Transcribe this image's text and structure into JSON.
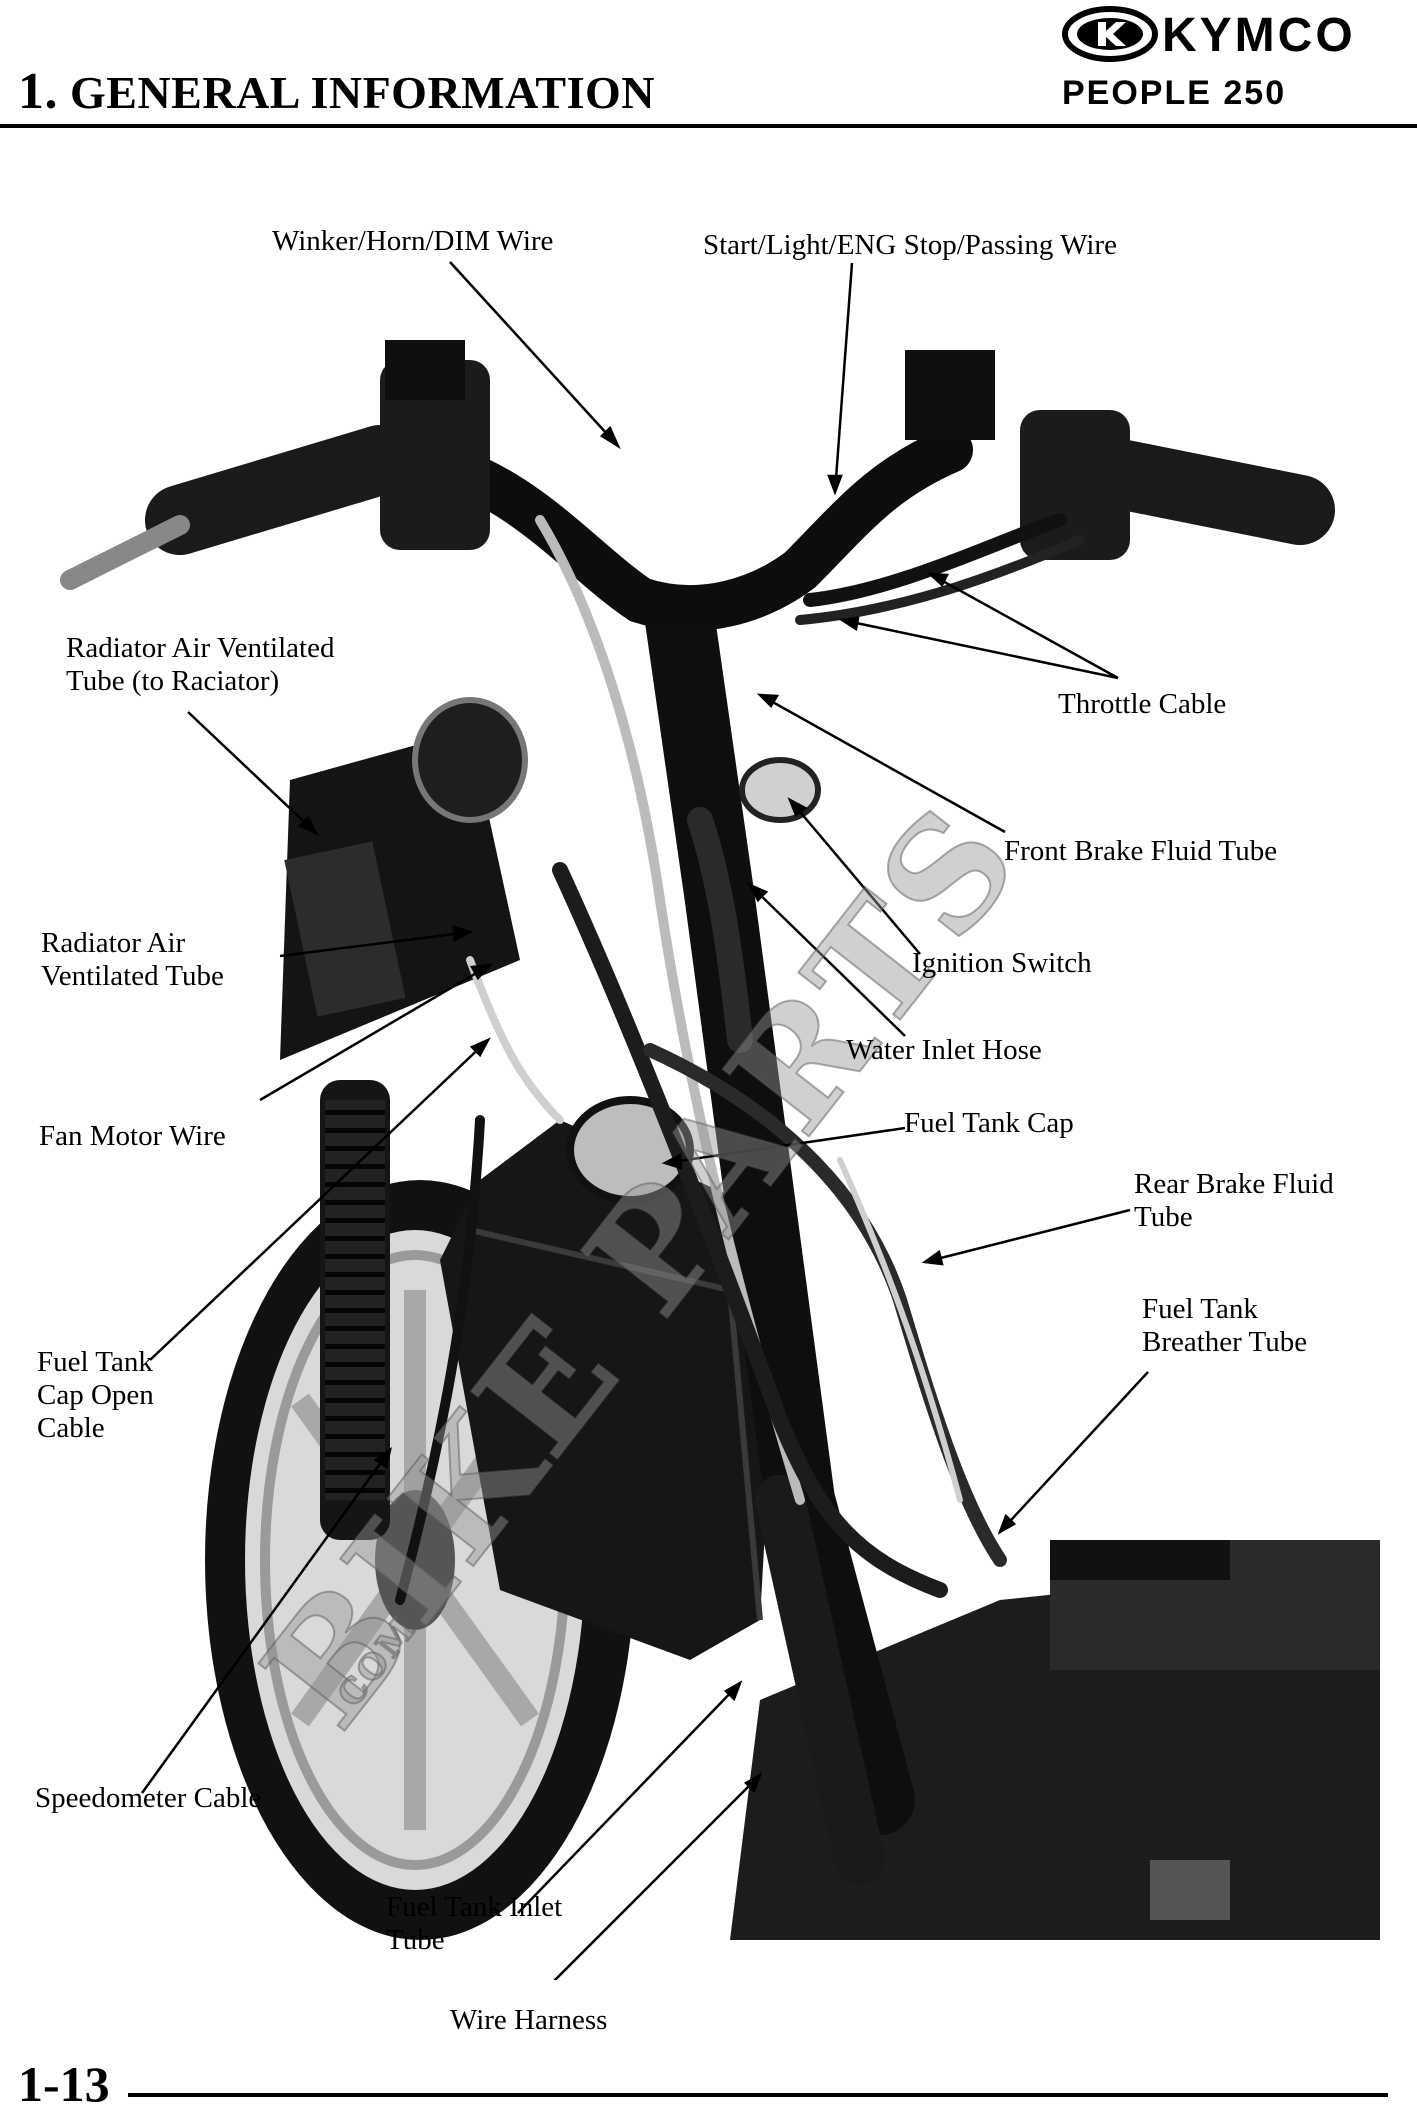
{
  "header": {
    "section_num": "1.",
    "section_title": "GENERAL INFORMATION",
    "brand": "KYMCO",
    "model": "PEOPLE 250"
  },
  "callouts": [
    {
      "id": "winker-horn-dim-wire",
      "text": "Winker/Horn/DIM Wire"
    },
    {
      "id": "start-light-eng-stop-passing-wire",
      "text": "Start/Light/ENG Stop/Passing Wire"
    },
    {
      "id": "radiator-air-ventilated-tube-to-radiator",
      "text": "Radiator Air Ventilated\nTube (to Raciator)"
    },
    {
      "id": "throttle-cable",
      "text": "Throttle Cable"
    },
    {
      "id": "front-brake-fluid-tube",
      "text": "Front Brake Fluid Tube"
    },
    {
      "id": "radiator-air-ventilated-tube",
      "text": "Radiator Air\nVentilated Tube"
    },
    {
      "id": "ignition-switch",
      "text": "Ignition Switch"
    },
    {
      "id": "water-inlet-hose",
      "text": "Water Inlet Hose"
    },
    {
      "id": "fan-motor-wire",
      "text": "Fan Motor Wire"
    },
    {
      "id": "fuel-tank-cap",
      "text": "Fuel Tank Cap"
    },
    {
      "id": "rear-brake-fluid-tube",
      "text": "Rear Brake Fluid\nTube"
    },
    {
      "id": "fuel-tank-breather-tube",
      "text": "Fuel Tank\nBreather Tube"
    },
    {
      "id": "fuel-tank-cap-open-cable",
      "text": "Fuel Tank\nCap Open\nCable"
    },
    {
      "id": "speedometer-cable",
      "text": "Speedometer Cable"
    },
    {
      "id": "fuel-tank-inlet-tube",
      "text": "Fuel Tank Inlet\nTube"
    },
    {
      "id": "wire-harness",
      "text": "Wire Harness"
    }
  ],
  "watermark": {
    "main": "BIKE PARTS",
    "sub": "COM"
  },
  "footer": {
    "page_number": "1-13"
  },
  "colors": {
    "ink": "#000000",
    "photo_dark": "#1a1a1a",
    "watermark": "#969696"
  }
}
